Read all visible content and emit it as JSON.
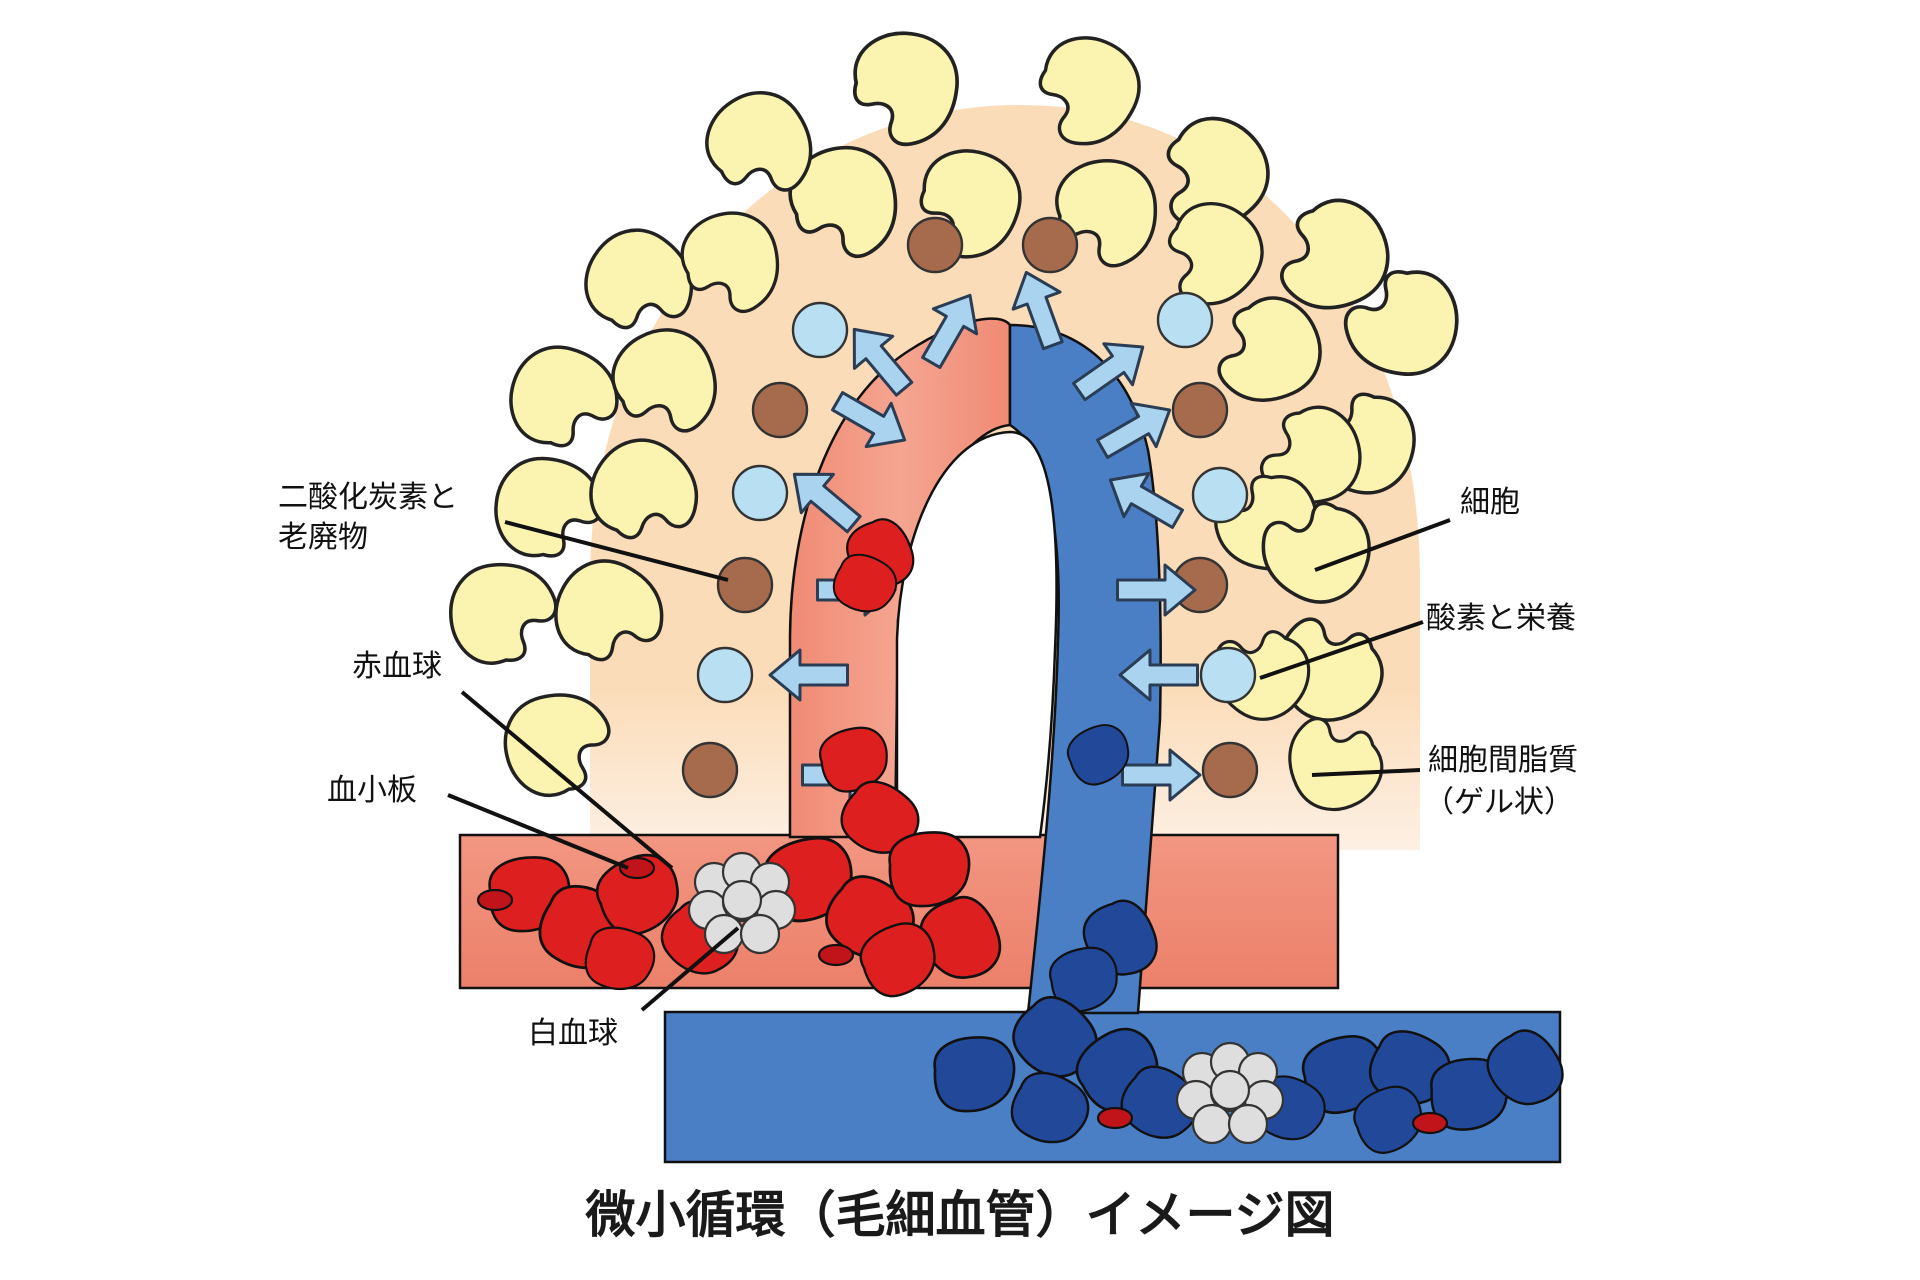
{
  "title": "微小循環（毛細血管）イメージ図",
  "labels": {
    "co2_line1": "二酸化炭素と",
    "co2_line2": "老廃物",
    "red_blood_cell": "赤血球",
    "platelet": "血小板",
    "white_blood_cell": "白血球",
    "cell": "細胞",
    "oxygen_nutrients": "酸素と栄養",
    "interstitial_line1": "細胞間脂質",
    "interstitial_line2": "（ゲル状）"
  },
  "colors": {
    "background": "#ffffff",
    "tissue_halo": "#fbdcb8",
    "cell_fill": "#fbf4b0",
    "waste_dot": "#a66a4c",
    "oxygen_dot": "#b9dff3",
    "arrow_fill": "#a9d3ef",
    "artery": "#ef8a74",
    "red_blood_cell": "#de1f1f",
    "vein": "#4a7fc6",
    "vein_blood_cell": "#22489a",
    "white_blood_cell": "#dedede"
  }
}
